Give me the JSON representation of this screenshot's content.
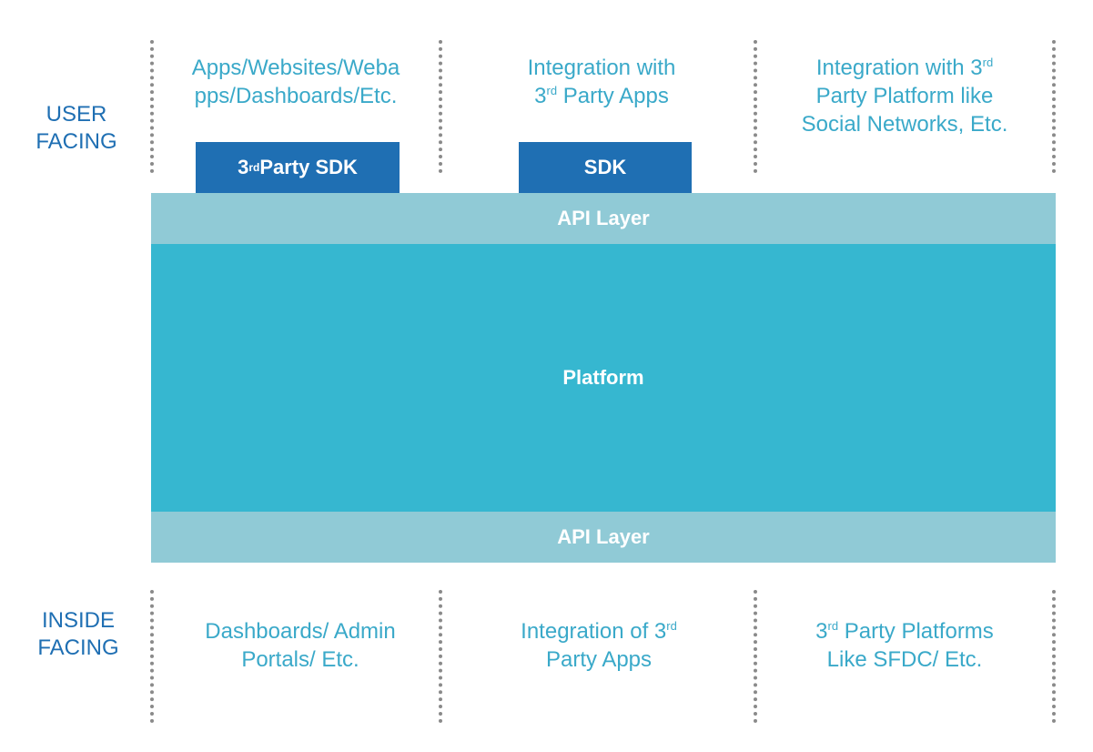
{
  "colors": {
    "label_blue": "#1f6fb3",
    "text_teal": "#3aa9c9",
    "api_layer": "#90cad6",
    "platform": "#36b7d0",
    "sdk_box": "#1f6fb3",
    "divider": "#8a8a8a"
  },
  "user_facing": {
    "label_line1": "USER",
    "label_line2": "FACING",
    "col1_line1": "Apps/Websites/Weba",
    "col1_line2": "pps/Dashboards/Etc.",
    "col2_line1": "Integration with",
    "col2_line2_num": "3",
    "col2_line2_sup": "rd",
    "col2_line2_rest": " Party Apps",
    "col3_line1_text": "Integration with 3",
    "col3_line1_sup": "rd",
    "col3_line2": "Party Platform like",
    "col3_line3": "Social Networks, Etc."
  },
  "sdk_boxes": {
    "third_party_num": "3",
    "third_party_sup": "rd",
    "third_party_rest": " Party SDK",
    "sdk": "SDK"
  },
  "bands": {
    "api_top": "API Layer",
    "platform": "Platform",
    "api_bottom": "API Layer"
  },
  "inside_facing": {
    "label_line1": "INSIDE",
    "label_line2": "FACING",
    "col1_line1": "Dashboards/ Admin",
    "col1_line2": "Portals/ Etc.",
    "col2_line1_text": "Integration of 3",
    "col2_line1_sup": "rd",
    "col2_line2": "Party Apps",
    "col3_line1_num": "3",
    "col3_line1_sup": "rd",
    "col3_line1_rest": " Party Platforms",
    "col3_line2": "Like SFDC/ Etc."
  }
}
